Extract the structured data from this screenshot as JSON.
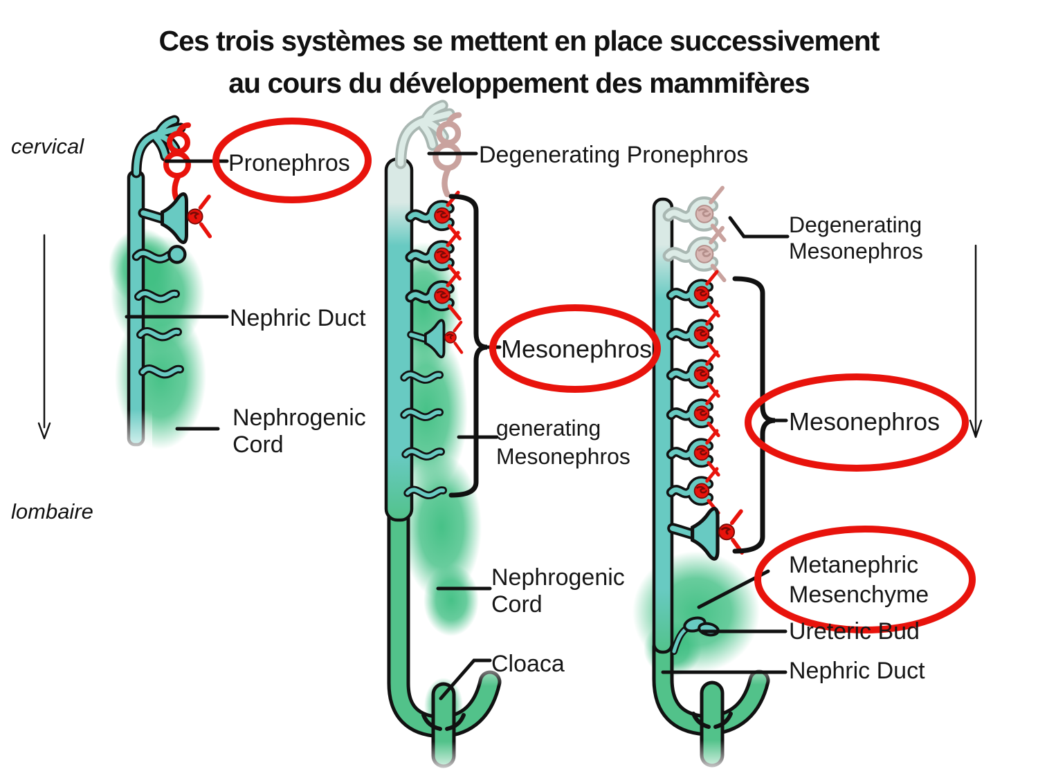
{
  "title": {
    "line1": "Ces trois systèmes se mettent en place successivement",
    "line2": "au cours du développement des mammifères"
  },
  "side_labels": {
    "cervical": "cervical",
    "lombaire": "lombaire"
  },
  "stage1": {
    "pronephros": "Pronephros",
    "nephric_duct": "Nephric Duct",
    "nephrogenic_cord_l1": "Nephrogenic",
    "nephrogenic_cord_l2": "Cord"
  },
  "stage2": {
    "degenerating_pronephros": "Degenerating Pronephros",
    "mesonephros": "Mesonephros",
    "generating_mesonephros_l1": "generating",
    "generating_mesonephros_l2": "Mesonephros",
    "nephrogenic_cord_l1": "Nephrogenic",
    "nephrogenic_cord_l2": "Cord",
    "cloaca": "Cloaca"
  },
  "stage3": {
    "degenerating_mesonephros_l1": "Degenerating",
    "degenerating_mesonephros_l2": "Mesonephros",
    "mesonephros": "Mesonephros",
    "metanephric_mesenchyme_l1": "Metanephric",
    "metanephric_mesenchyme_l2": "Mesenchyme",
    "ureteric_bud": "Ureteric Bud",
    "nephric_duct": "Nephric Duct"
  },
  "colors": {
    "teal": "#68CAC2",
    "green": "#3DBE81",
    "duct_green": "#52C28A",
    "red": "#E8130C",
    "red_dark": "#7A0A06",
    "faded_fill": "#DCEBE6",
    "faded_outline": "#A9B7B2",
    "faded_red": "#C9A29E",
    "faded_red_fill": "#D9B8B4",
    "ink": "#111111"
  }
}
